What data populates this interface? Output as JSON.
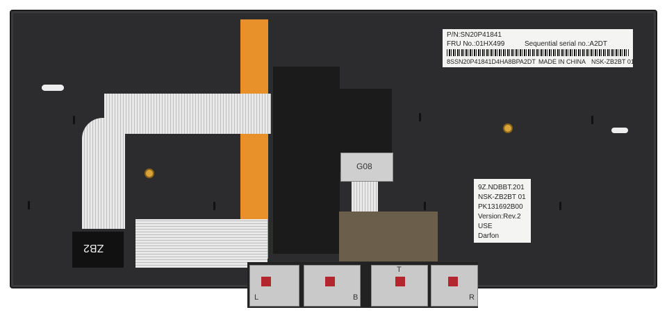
{
  "top_label": {
    "pn": "P/N:SN20P41841",
    "fru": "FRU No.:01HX499",
    "serial": "Sequential serial no.:A2DT",
    "code": "8SSN20P41841D4HA8BPA2DT",
    "origin": "MADE IN CHINA",
    "model": "NSK-ZB2BT  01"
  },
  "side_label": {
    "lines": [
      "9Z.NDBBT.201",
      "NSK-ZB2BT  01",
      "PK131692B00",
      "Version:Rev.2",
      "USE",
      "Darfon"
    ]
  },
  "chip_text": "G08",
  "tag_text": "ZB2",
  "button_letters": {
    "left": "L",
    "b": "B",
    "t": "T",
    "r": "R"
  },
  "colors": {
    "board": "#2c2c2e",
    "flex": "#e8902a",
    "ribbon": "#e9e9e9",
    "trackpoint_red": "#b3262e"
  }
}
